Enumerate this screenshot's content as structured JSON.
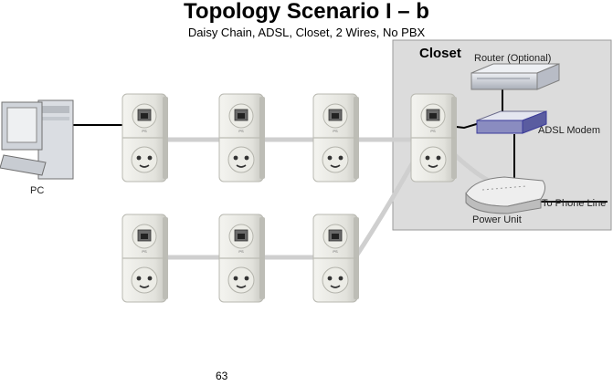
{
  "header": {
    "title": "Topology Scenario I – b",
    "subtitle": "Daisy Chain, ADSL, Closet, 2 Wires, No PBX"
  },
  "closet": {
    "title": "Closet",
    "router_label": "Router (Optional)",
    "modem_label": "ADSL Modem",
    "power_unit_label": "Power Unit",
    "phone_line_label": "To Phone Line"
  },
  "pc": {
    "label": "PC"
  },
  "footer": {
    "page_number": "63"
  },
  "colors": {
    "closet_bg": "#dcdcdc",
    "wire": "#cfcfcf",
    "cable": "#000000",
    "modem_accent": "#3a3a9a"
  }
}
